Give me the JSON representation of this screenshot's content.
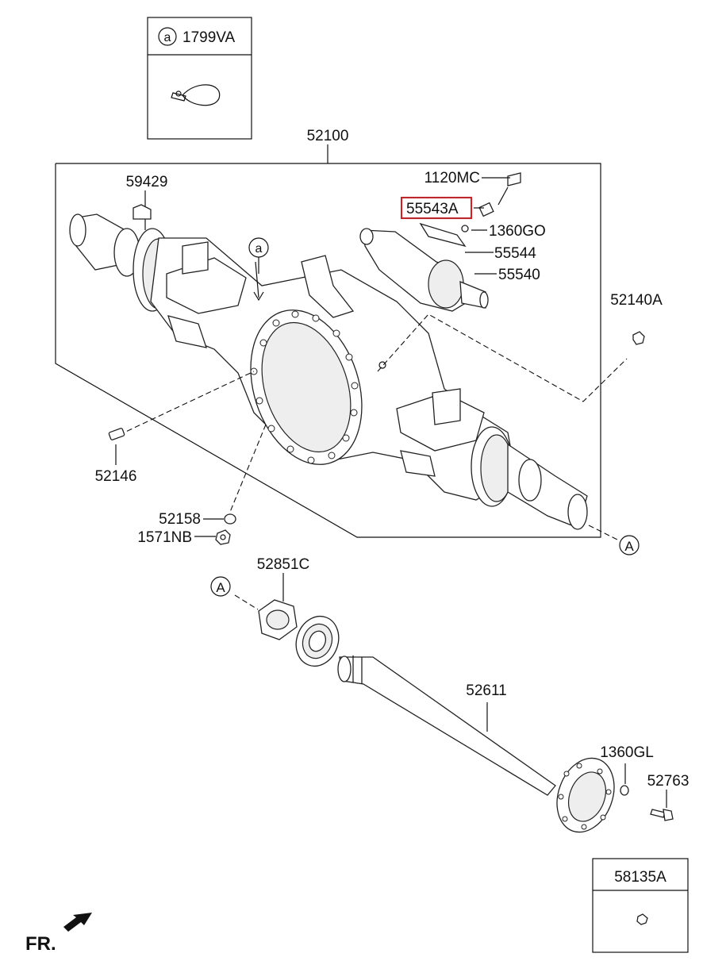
{
  "box_1799va": {
    "marker": "a",
    "code": "1799VA"
  },
  "box_58135a": {
    "code": "58135A"
  },
  "callouts": {
    "p52100": "52100",
    "p59429": "59429",
    "p1120mc": "1120MC",
    "p55543a": "55543A",
    "p1360go": "1360GO",
    "p55544": "55544",
    "p55540": "55540",
    "p52140a": "52140A",
    "p52146": "52146",
    "p52158": "52158",
    "p1571nb": "1571NB",
    "p52851c": "52851C",
    "p52611": "52611",
    "p1360gl": "1360GL",
    "p52763": "52763"
  },
  "markers": {
    "a_small": "a",
    "A_right": "A",
    "A_left": "A"
  },
  "front_label": "FR.",
  "highlight_color": "#e0191f"
}
